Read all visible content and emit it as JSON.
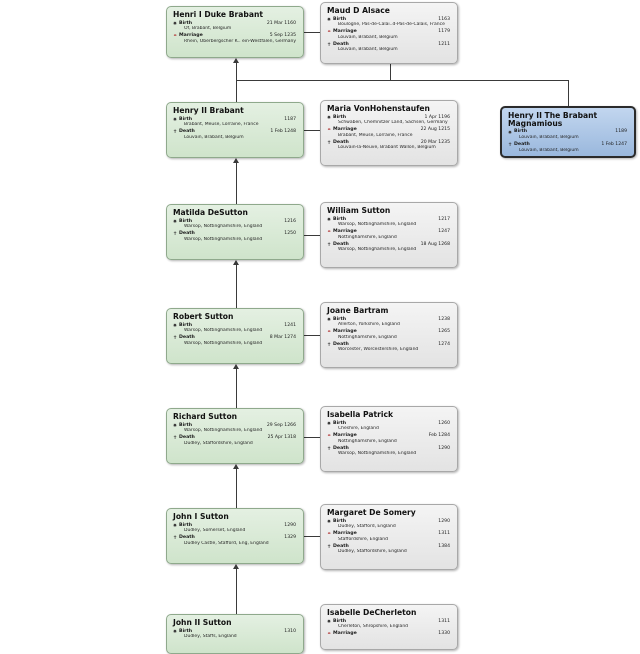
{
  "icons": {
    "birth": "✸",
    "marriage": "⚭",
    "death": "✝"
  },
  "labels": {
    "birth": "Birth",
    "marriage": "Marriage",
    "death": "Death"
  },
  "people": [
    {
      "id": "henri-i-duke-brabant",
      "name": "Henri I Duke Brabant",
      "sex": "male",
      "events": [
        {
          "type": "birth",
          "date": "21 Mar 1160",
          "place": "Of, Brabant, Belgium"
        },
        {
          "type": "marriage",
          "date": "5 Sep 1235",
          "place": "Rhein, Oberbergscher K.. ein-Westfalen, Germany"
        }
      ]
    },
    {
      "id": "maud-d-alsace",
      "name": "Maud D Alsace",
      "sex": "female",
      "events": [
        {
          "type": "birth",
          "date": "1163",
          "place": "Boulogne, Pas-de-Calai..d-Pas-de-Calais, France"
        },
        {
          "type": "marriage",
          "date": "1179",
          "place": "Louvain, Brabant, Belgium"
        },
        {
          "type": "death",
          "date": "1211",
          "place": "Louvain, Brabant, Belgium"
        }
      ]
    },
    {
      "id": "henry-ii-brabant",
      "name": "Henry II Brabant",
      "sex": "male",
      "events": [
        {
          "type": "birth",
          "date": "1187",
          "place": "Brabant, Meuse, Lorraine, France"
        },
        {
          "type": "death",
          "date": "1 Feb 1248",
          "place": "Louvain, Brabant, Belgium"
        }
      ]
    },
    {
      "id": "maria-vonhohenstaufen",
      "name": "Maria VonHohenstaufen",
      "sex": "female",
      "events": [
        {
          "type": "birth",
          "date": "1 Apr 1196",
          "place": "Schwaben, Chemnitzer Land, Sachsen, Germany"
        },
        {
          "type": "marriage",
          "date": "22 Aug 1215",
          "place": "Brabant, Meuse, Lorraine, France"
        },
        {
          "type": "death",
          "date": "20 Mar 1235",
          "place": "Louvain-la-Neuve, Brabant Wallon, Belgium"
        }
      ]
    },
    {
      "id": "henry-ii-the-brabant-magnamious",
      "name": "Henry II The Brabant Magnamious",
      "sex": "highlight",
      "events": [
        {
          "type": "birth",
          "date": "1189",
          "place": "Louvain, Brabant, Belgium"
        },
        {
          "type": "death",
          "date": "1 Feb 1247",
          "place": "Louvain, Brabant, Belgium"
        }
      ]
    },
    {
      "id": "matilda-desutton",
      "name": "Matilda DeSutton",
      "sex": "male",
      "events": [
        {
          "type": "birth",
          "date": "1216",
          "place": "Warsop, Nottinghamshire, England"
        },
        {
          "type": "death",
          "date": "1250",
          "place": "Warsop, Nottinghamshire, England"
        }
      ]
    },
    {
      "id": "william-sutton",
      "name": "William Sutton",
      "sex": "female",
      "events": [
        {
          "type": "birth",
          "date": "1217",
          "place": "Warsop, Nottinghamshire, England"
        },
        {
          "type": "marriage",
          "date": "1247",
          "place": "Nottinghamshire, England"
        },
        {
          "type": "death",
          "date": "18 Aug 1268",
          "place": "Warsop, Nottinghamshire, England"
        }
      ]
    },
    {
      "id": "robert-sutton",
      "name": "Robert Sutton",
      "sex": "male",
      "events": [
        {
          "type": "birth",
          "date": "1241",
          "place": "Warsop, Nottinghamshire, England"
        },
        {
          "type": "death",
          "date": "8 Mar 1274",
          "place": "Warsop, Nottinghamshire, England"
        }
      ]
    },
    {
      "id": "joane-bartram",
      "name": "Joane Bartram",
      "sex": "female",
      "events": [
        {
          "type": "birth",
          "date": "1238",
          "place": "Allerton, Yorkshire, England"
        },
        {
          "type": "marriage",
          "date": "1265",
          "place": "Nottinghamshire, England"
        },
        {
          "type": "death",
          "date": "1274",
          "place": "Worcester, Worcestershire, England"
        }
      ]
    },
    {
      "id": "richard-sutton",
      "name": "Richard Sutton",
      "sex": "male",
      "events": [
        {
          "type": "birth",
          "date": "29 Sep 1266",
          "place": "Warsop, Nottinghamshire, England"
        },
        {
          "type": "death",
          "date": "25 Apr 1318",
          "place": "Dudley, Staffordshire, England"
        }
      ]
    },
    {
      "id": "isabella-patrick",
      "name": "Isabella Patrick",
      "sex": "female",
      "events": [
        {
          "type": "birth",
          "date": "1260",
          "place": "Cheshire, England"
        },
        {
          "type": "marriage",
          "date": "Feb 1284",
          "place": "Nottinghamshire, England"
        },
        {
          "type": "death",
          "date": "1290",
          "place": "Warsop, Nottinghamshire, England"
        }
      ]
    },
    {
      "id": "john-i-sutton",
      "name": "John I Sutton",
      "sex": "male",
      "events": [
        {
          "type": "birth",
          "date": "1290",
          "place": "Dudley, Somerset, England"
        },
        {
          "type": "death",
          "date": "1329",
          "place": "Dudley Castle, Stafford, Eng, England"
        }
      ]
    },
    {
      "id": "margaret-de-somery",
      "name": "Margaret De Somery",
      "sex": "female",
      "events": [
        {
          "type": "birth",
          "date": "1290",
          "place": "Dudley, Stafford, England"
        },
        {
          "type": "marriage",
          "date": "1311",
          "place": "Staffordshire, England"
        },
        {
          "type": "death",
          "date": "1384",
          "place": "Dudley, Staffordshire, England"
        }
      ]
    },
    {
      "id": "john-ii-sutton",
      "name": "John II Sutton",
      "sex": "male",
      "events": [
        {
          "type": "birth",
          "date": "1310",
          "place": "Dudley, Staffs, England"
        }
      ]
    },
    {
      "id": "isabelle-decherleton",
      "name": "Isabelle DeCherleton",
      "sex": "female",
      "events": [
        {
          "type": "birth",
          "date": "1311",
          "place": "Cherleton, Shropshire, England"
        },
        {
          "type": "marriage",
          "date": "1330",
          "place": ""
        }
      ]
    }
  ]
}
